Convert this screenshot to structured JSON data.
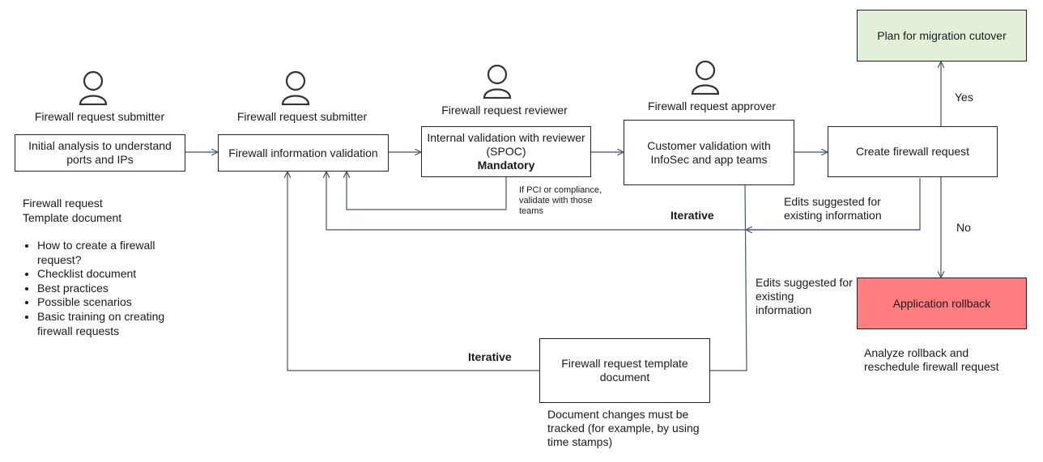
{
  "roles": {
    "submitter_1": "Firewall request submitter",
    "submitter_2": "Firewall request submitter",
    "reviewer": "Firewall request reviewer",
    "approver": "Firewall request approver"
  },
  "boxes": {
    "initial_analysis": "Initial analysis to understand ports and IPs",
    "info_validation": "Firewall information validation",
    "internal_validation": "Internal validation with reviewer (SPOC)",
    "internal_validation_bold": "Mandatory",
    "customer_validation": "Customer validation with InfoSec and app teams",
    "create_request": "Create firewall request",
    "plan_cutover": "Plan for migration cutover",
    "rollback": "Application rollback",
    "template_doc": "Firewall request template document"
  },
  "colors": {
    "plan_cutover_fill": "#e2efd9",
    "rollback_fill": "#ff7c80",
    "line": "#44546a"
  },
  "notes": {
    "template_title_1": "Firewall request",
    "template_title_2": "Template document",
    "items": [
      "How to create a firewall request?",
      "Checklist document",
      "Best practices",
      "Possible scenarios",
      "Basic training on creating firewall requests"
    ]
  },
  "labels": {
    "pci_note": "If PCI or compliance, validate with those teams",
    "iterative_upper": "Iterative",
    "iterative_lower": "Iterative",
    "edits_upper": "Edits suggested for existing information",
    "edits_lower": "Edits suggested for existing information",
    "yes": "Yes",
    "no": "No",
    "rollback_note": "Analyze rollback and reschedule firewall request",
    "doc_changes_note": "Document changes must be tracked (for example, by using time stamps)"
  }
}
